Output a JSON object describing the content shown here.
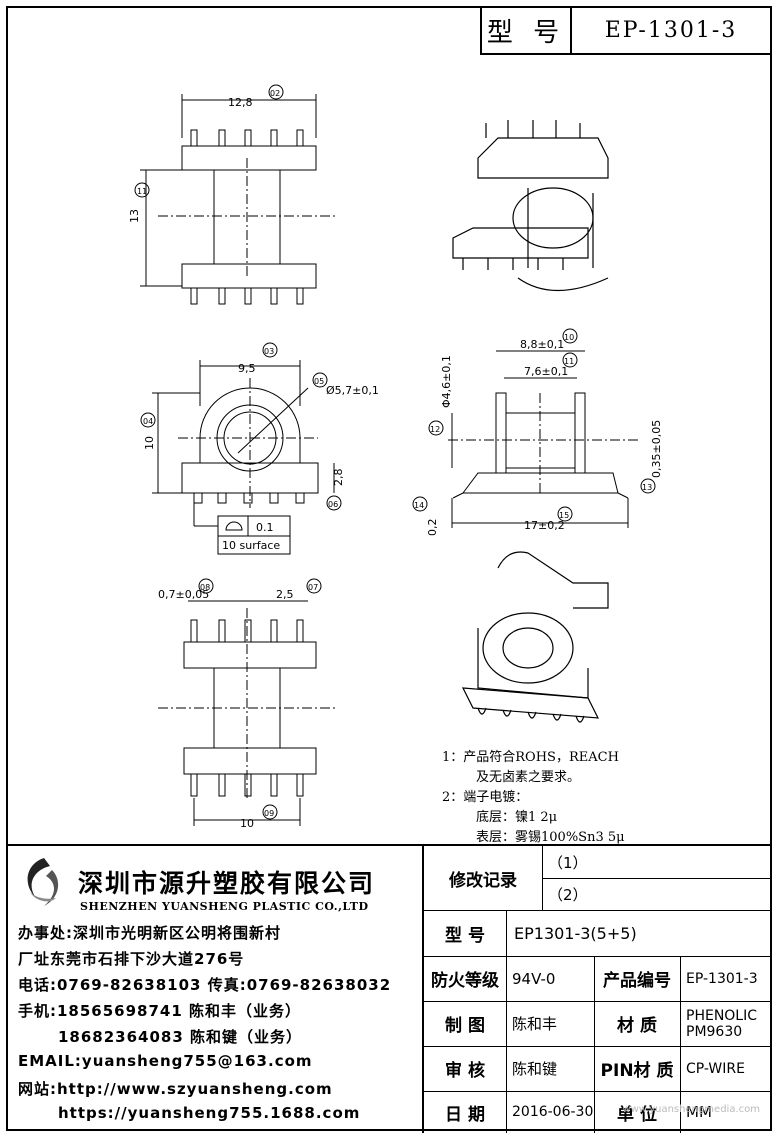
{
  "title_block": {
    "label": "型 号",
    "value": "EP-1301-3"
  },
  "dimensions": {
    "d_12_8": "12,8",
    "d_13": "13",
    "d_9_5": "9,5",
    "d_5_7": "Ø5,7±0,1",
    "d_10_left": "10",
    "d_2_8": "2,8",
    "d_0_1": "0.1",
    "surface": "10 surface",
    "d_8_8": "8,8±0,1",
    "d_7_6": "7,6±0,1",
    "d_4_6": "Φ4,6±0,1",
    "d_0_35": "0,35±0,05",
    "d_0_2": "0,2",
    "d_17": "17±0,2",
    "d_0_7": "0,7±0,05",
    "d_2_5": "2,5",
    "d_10_bottom": "10",
    "balloons": [
      "02",
      "11",
      "03",
      "05",
      "04",
      "06",
      "10",
      "11",
      "12",
      "13",
      "14",
      "15",
      "08",
      "07",
      "09"
    ]
  },
  "notes": [
    "1：产品符合ROHS，REACH",
    "及无卤素之要求。",
    "2：端子电镀：",
    "底层：镍1 2μ",
    "表层：雾锡100%Sn3 5μ"
  ],
  "company": {
    "name_cn": "深圳市源升塑胶有限公司",
    "name_en": "SHENZHEN YUANSHENG PLASTIC CO.,LTD",
    "office": "办事处:深圳市光明新区公明将围新村",
    "factory": "厂址东莞市石排下沙大道276号",
    "phone": "电话:0769-82638103 传真:0769-82638032",
    "mobile1": "手机:18565698741 陈和丰（业务）",
    "mobile2": "18682364083 陈和键（业务）",
    "email": "EMAIL:yuansheng755@163.com",
    "web1": "网站:http://www.szyuansheng.com",
    "web2": "https://yuansheng755.1688.com"
  },
  "table": {
    "rev_label": "修改记录",
    "rev1": "（1）",
    "rev2": "（2）",
    "model_label": "型 号",
    "model_value": "EP1301-3(5+5)",
    "fire_label": "防火等级",
    "fire_value": "94V-0",
    "pn_label": "产品编号",
    "pn_value": "EP-1301-3",
    "draw_label": "制 图",
    "draw_value": "陈和丰",
    "material_label": "材 质",
    "material_value1": "PHENOLIC",
    "material_value2": "PM9630",
    "check_label": "审 核",
    "check_value": "陈和键",
    "pin_label": "PIN材 质",
    "pin_value": "CP-WIRE",
    "date_label": "日 期",
    "date_value": "2016-06-30",
    "unit_label": "单 位",
    "unit_value": "MM"
  },
  "watermark": "www.yuanshengmedia.com"
}
